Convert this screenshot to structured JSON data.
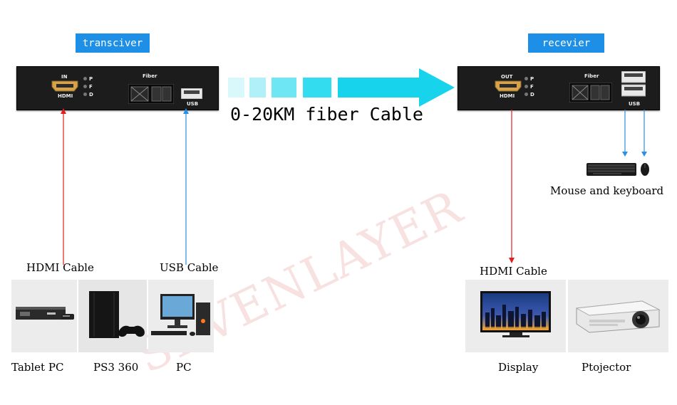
{
  "transmitter": {
    "label": "transciver",
    "port_in": "IN",
    "port_hdmi": "HDMI",
    "fiber": "Fiber",
    "usb": "USB",
    "leds": [
      "P",
      "F",
      "D"
    ]
  },
  "receiver": {
    "label": "recevier",
    "port_out": "OUT",
    "port_hdmi": "HDMI",
    "fiber": "Fiber",
    "usb": "USB",
    "leds": [
      "P",
      "F",
      "D"
    ]
  },
  "link_text": "0-20KM fiber Cable",
  "left": {
    "hdmi_cable": "HDMI Cable",
    "usb_cable": "USB Cable",
    "devices": [
      "Tablet PC",
      "PS3 360",
      "PC"
    ]
  },
  "right": {
    "hdmi_cable": "HDMI Cable",
    "mouse_keyboard": "Mouse and keyboard",
    "devices": [
      "Display",
      "Ptojector"
    ]
  },
  "watermark": "SEVENLAYER",
  "colors": {
    "hdmi_arrow": "#e02020",
    "usb_arrow": "#2a8fe6",
    "label_bg": "#1e8fe6",
    "fiber_arrow": "#17d4ec"
  }
}
